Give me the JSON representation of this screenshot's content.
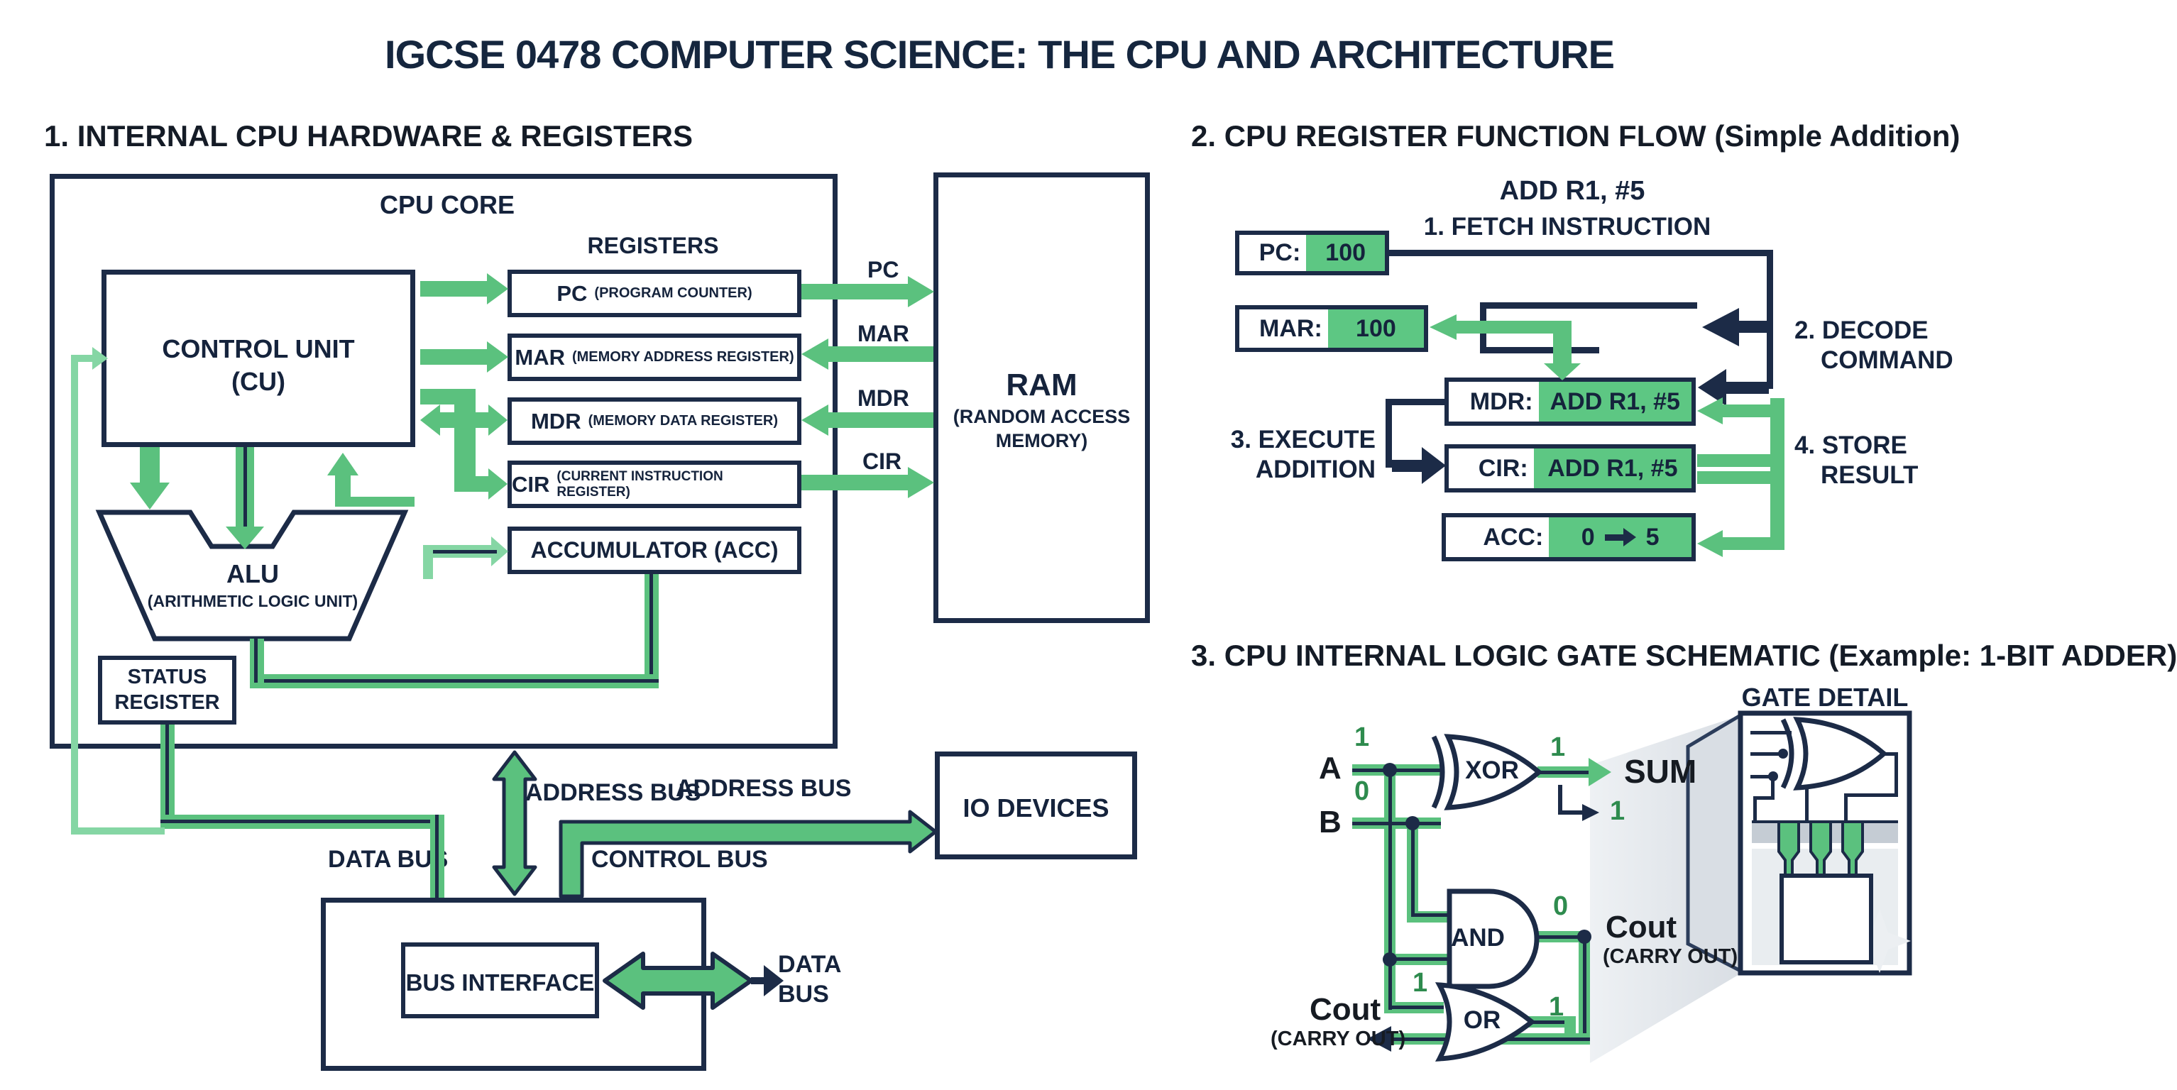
{
  "title": "IGCSE 0478 COMPUTER SCIENCE: THE CPU AND ARCHITECTURE",
  "colors": {
    "navy": "#1C2B47",
    "green": "#5BC17E",
    "value_green": "#5DC783",
    "light_green": "#85D6A4",
    "digit_green": "#2E8B4E"
  },
  "section1": {
    "heading": "1. INTERNAL CPU HARDWARE & REGISTERS",
    "cpu_core_label": "CPU CORE",
    "registers_label": "REGISTERS",
    "control_unit": {
      "line1": "CONTROL UNIT",
      "line2": "(CU)"
    },
    "alu": {
      "line1": "ALU",
      "line2": "(ARITHMETIC LOGIC UNIT)"
    },
    "status_register": {
      "line1": "STATUS",
      "line2": "REGISTER"
    },
    "registers": [
      {
        "abbr": "PC",
        "full": "(PROGRAM COUNTER)"
      },
      {
        "abbr": "MAR",
        "full": "(MEMORY ADDRESS REGISTER)"
      },
      {
        "abbr": "MDR",
        "full": "(MEMORY DATA REGISTER)"
      },
      {
        "abbr": "CIR",
        "full": "(CURRENT INSTRUCTION REGISTER)"
      },
      {
        "abbr": "ACCUMULATOR (ACC)",
        "full": ""
      }
    ],
    "ram": {
      "line1": "RAM",
      "line2": "(RANDOM ACCESS",
      "line3": "MEMORY)"
    },
    "bus_labels": {
      "pc": "PC",
      "mar": "MAR",
      "mdr": "MDR",
      "cir": "CIR"
    },
    "io_devices": "IO DEVICES",
    "address_bus_vertical": "ADDRESS BUS",
    "address_bus_io": "ADDRESS BUS",
    "data_bus_left": "DATA BUS",
    "control_bus": "CONTROL BUS",
    "bus_interface": "BUS INTERFACE",
    "data_bus_right": {
      "line1": "DATA",
      "line2": "BUS"
    }
  },
  "section2": {
    "heading": "2. CPU REGISTER FUNCTION FLOW (Simple Addition)",
    "instruction": "ADD R1, #5",
    "steps": {
      "fetch": "1. FETCH INSTRUCTION",
      "decode_l1": "2. DECODE",
      "decode_l2": "COMMAND",
      "execute_l1": "3. EXECUTE",
      "execute_l2": "ADDITION",
      "store_l1": "4. STORE",
      "store_l2": "RESULT"
    },
    "boxes": {
      "pc": {
        "label": "PC:",
        "value": "100"
      },
      "mar": {
        "label": "MAR:",
        "value": "100"
      },
      "mdr": {
        "label": "MDR:",
        "value": "ADD R1, #5"
      },
      "cir": {
        "label": "CIR:",
        "value": "ADD R1, #5"
      },
      "acc": {
        "label": "ACC:",
        "value_from": "0",
        "value_to": "5"
      }
    }
  },
  "section3": {
    "heading": "3. CPU INTERNAL LOGIC GATE SCHEMATIC (Example: 1-BIT ADDER)",
    "gate_detail_label": "GATE DETAIL",
    "input_a": "A",
    "input_a_val": "1",
    "input_b": "B",
    "input_b_val": "0",
    "gate_xor": "XOR",
    "gate_and": "AND",
    "gate_or": "OR",
    "sum_label": "SUM",
    "sum_val": "1",
    "sum_val_out": "1",
    "cout_right_l1": "Cout",
    "cout_right_l2": "(CARRY OUT)",
    "cout_right_val": "0",
    "cout_left_l1": "Cout",
    "cout_left_l2": "(CARRY OUT)",
    "or_in_val": "1",
    "or_out_val": "1"
  }
}
